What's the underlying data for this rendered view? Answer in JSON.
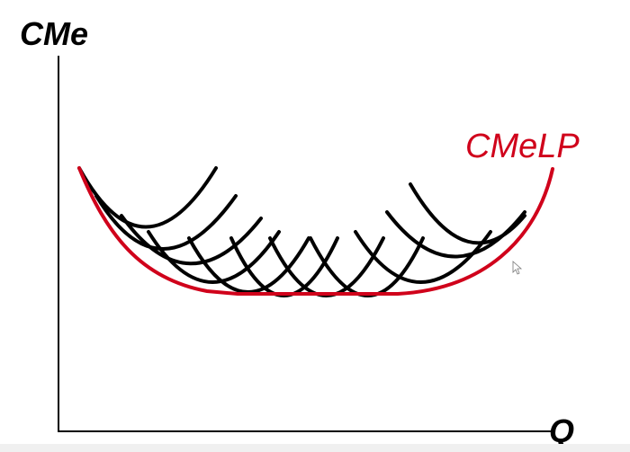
{
  "diagram": {
    "y_axis_label": "CMe",
    "x_axis_label": "Q",
    "long_run_curve_label": "CMeLP",
    "long_run_curve_color": "#d0021b",
    "short_run_curve_color": "#000000",
    "axis_color": "#000000",
    "short_run_curve_count": 11
  }
}
